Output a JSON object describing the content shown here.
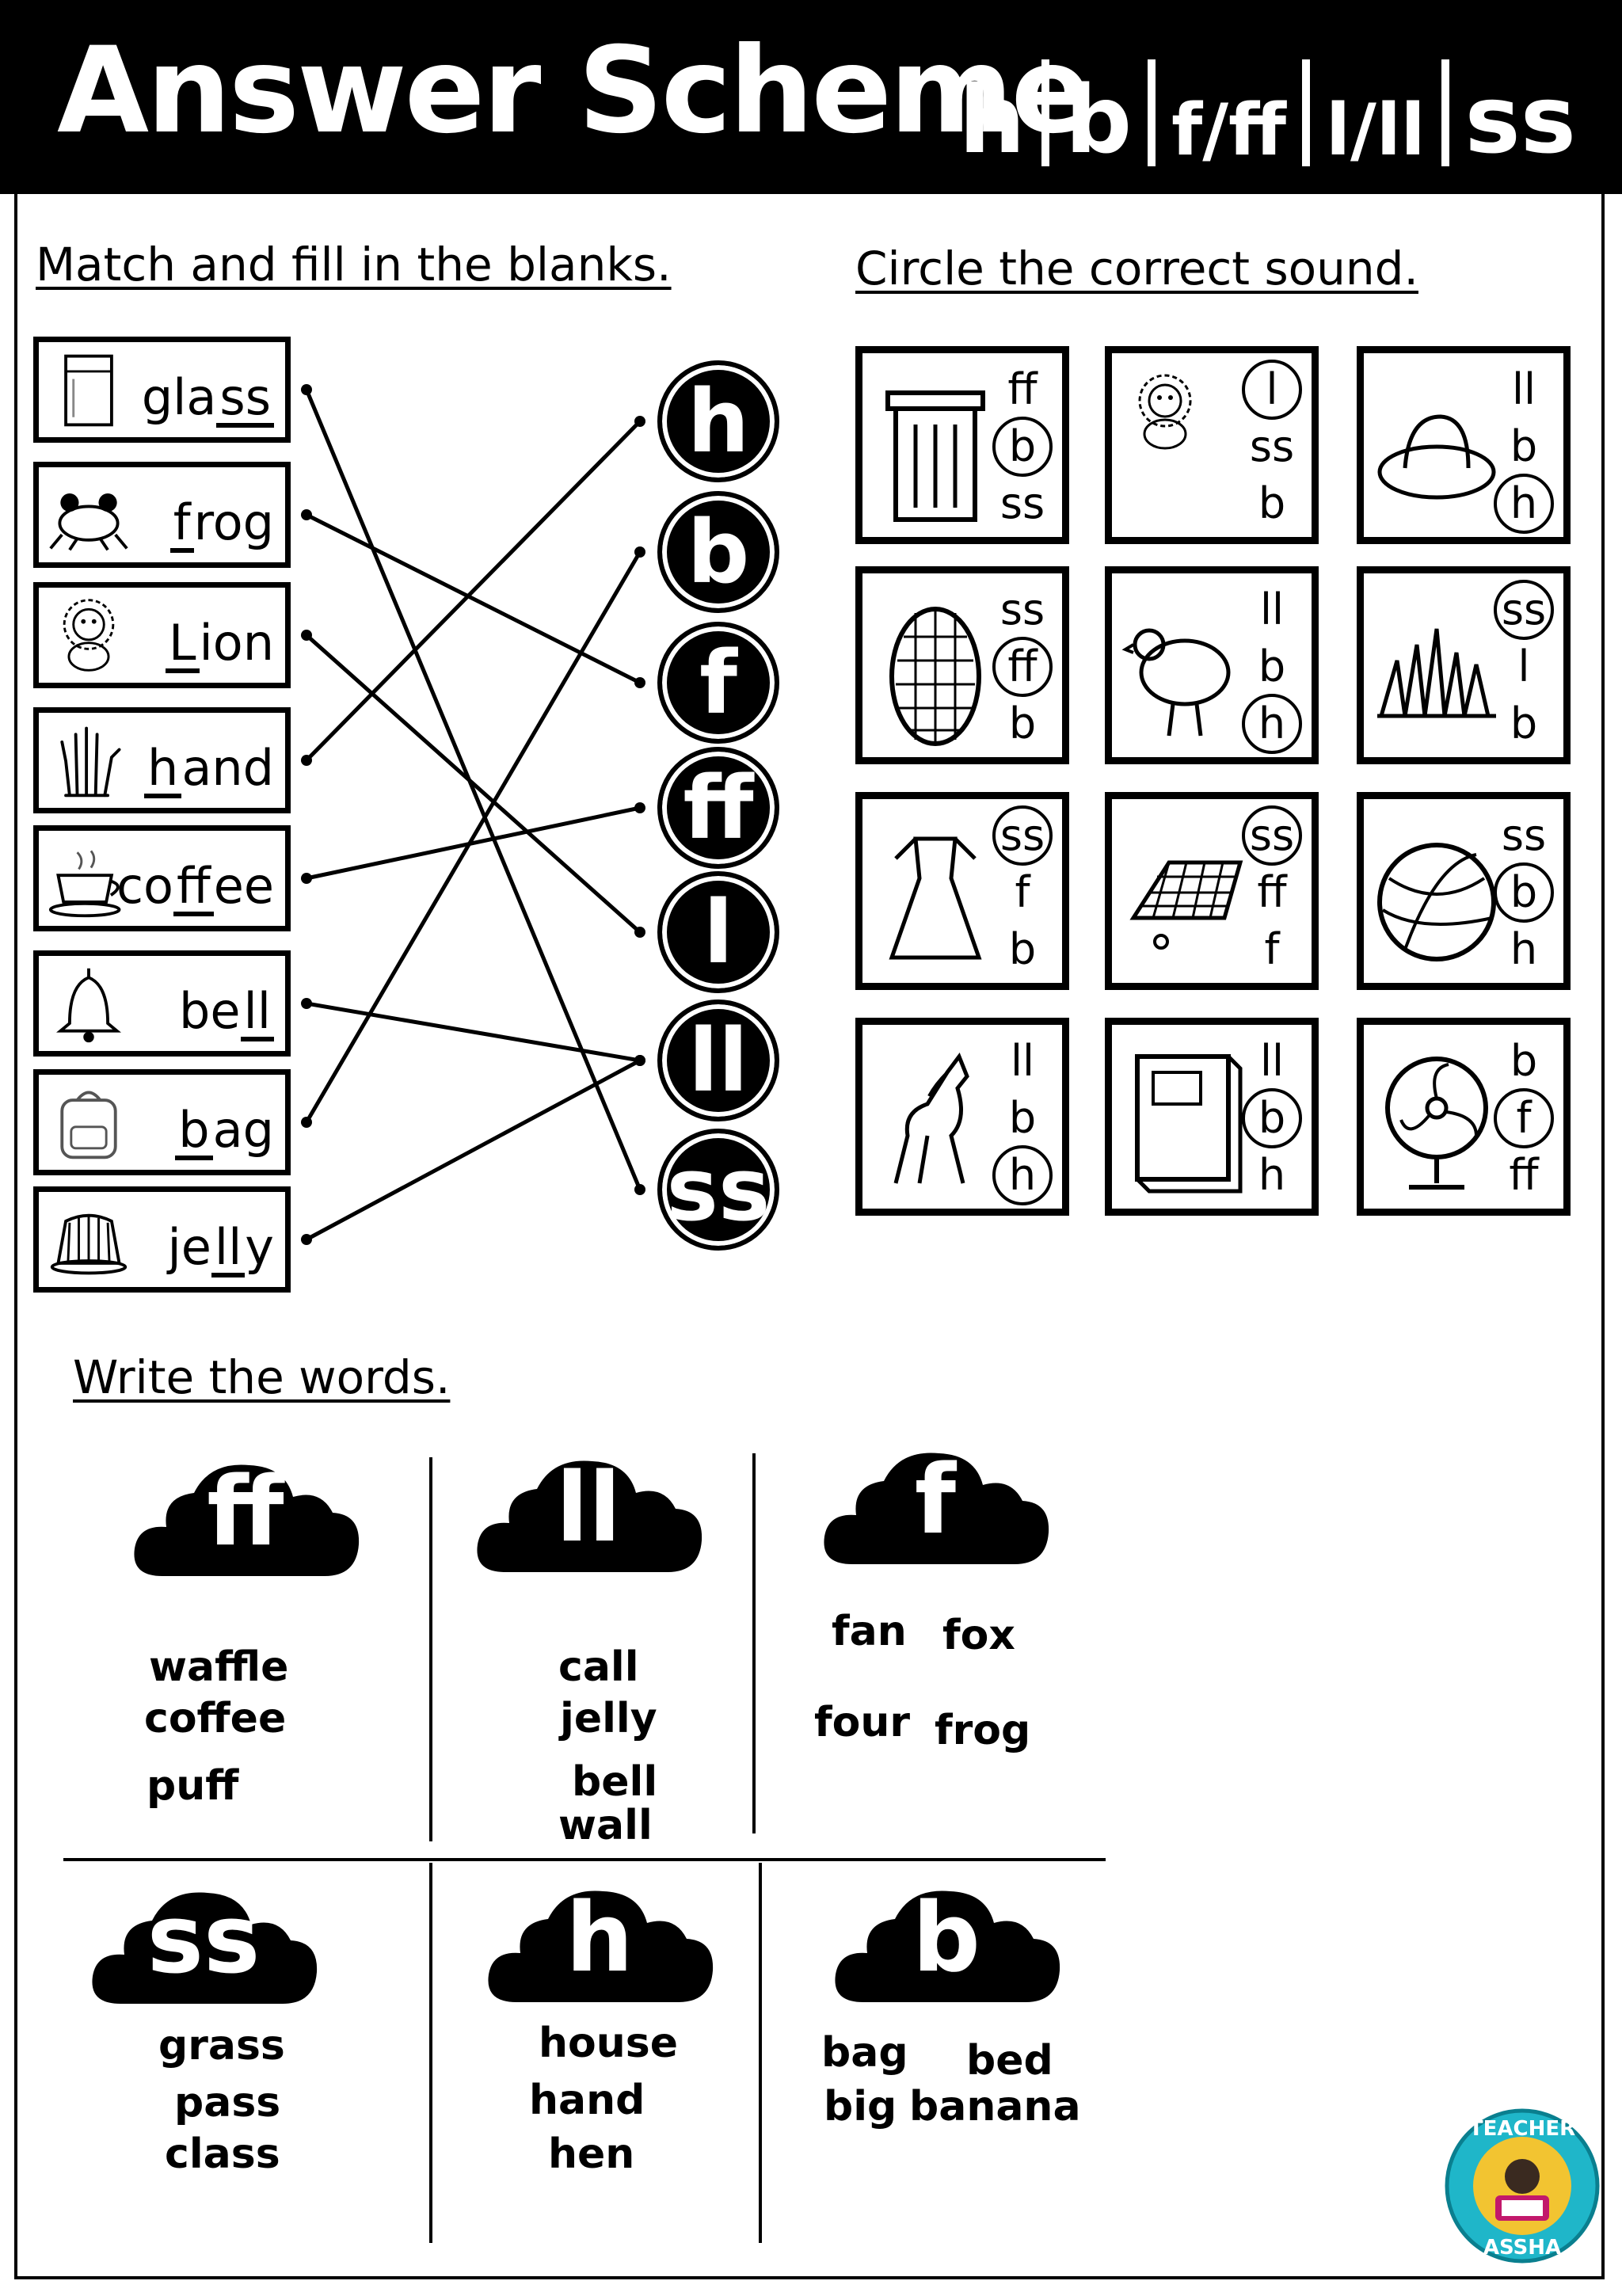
{
  "header": {
    "title": "Answer Scheme",
    "sounds": [
      "h",
      "b",
      "f/ff",
      "l/ll",
      "ss"
    ]
  },
  "match": {
    "title": "Match and fill in the blanks.",
    "words": [
      {
        "pic": "glass-icon",
        "pre": "gla",
        "blank": "ss",
        "post": ""
      },
      {
        "pic": "frog-icon",
        "pre": "",
        "blank": "f",
        "post": "rog"
      },
      {
        "pic": "lion-icon",
        "pre": "",
        "blank": "L",
        "post": "ion"
      },
      {
        "pic": "hand-icon",
        "pre": "",
        "blank": "h",
        "post": "and"
      },
      {
        "pic": "coffee-icon",
        "pre": "co",
        "blank": "ff",
        "post": "ee"
      },
      {
        "pic": "bell-icon",
        "pre": "be",
        "blank": "ll",
        "post": ""
      },
      {
        "pic": "bag-icon",
        "pre": "",
        "blank": "b",
        "post": "ag"
      },
      {
        "pic": "jelly-icon",
        "pre": "je",
        "blank": "ll",
        "post": "y"
      }
    ],
    "sounds": [
      "h",
      "b",
      "f",
      "ff",
      "l",
      "ll",
      "ss"
    ]
  },
  "circle": {
    "title": "Circle the correct sound.",
    "cards": [
      {
        "pic": "trash-can-icon",
        "options": [
          "ff",
          "b",
          "ss"
        ],
        "answer": 1
      },
      {
        "pic": "lion-icon",
        "options": [
          "l",
          "ss",
          "b"
        ],
        "answer": 0
      },
      {
        "pic": "hat-icon",
        "options": [
          "ll",
          "b",
          "h"
        ],
        "answer": 2
      },
      {
        "pic": "waffle-icon",
        "options": [
          "ss",
          "ff",
          "b"
        ],
        "answer": 1
      },
      {
        "pic": "hen-icon",
        "options": [
          "ll",
          "b",
          "h"
        ],
        "answer": 2
      },
      {
        "pic": "grass-icon",
        "options": [
          "ss",
          "l",
          "b"
        ],
        "answer": 0
      },
      {
        "pic": "dress-icon",
        "options": [
          "ss",
          "f",
          "b"
        ],
        "answer": 0
      },
      {
        "pic": "chess-board-icon",
        "options": [
          "ss",
          "ff",
          "f"
        ],
        "answer": 0
      },
      {
        "pic": "ball-icon",
        "options": [
          "ss",
          "b",
          "h"
        ],
        "answer": 1
      },
      {
        "pic": "horse-icon",
        "options": [
          "ll",
          "b",
          "h"
        ],
        "answer": 2
      },
      {
        "pic": "book-icon",
        "options": [
          "ll",
          "b",
          "h"
        ],
        "answer": 1
      },
      {
        "pic": "fan-icon",
        "options": [
          "b",
          "f",
          "ff"
        ],
        "answer": 1
      }
    ]
  },
  "write": {
    "title": "Write the words.",
    "groups": [
      {
        "sound": "ff",
        "words": [
          "waffle",
          "coffee",
          "puff"
        ]
      },
      {
        "sound": "ll",
        "words": [
          "call",
          "jelly",
          "bell",
          "wall"
        ]
      },
      {
        "sound": "f",
        "words": [
          "fan",
          "fox",
          "four",
          "frog"
        ]
      },
      {
        "sound": "ss",
        "words": [
          "grass",
          "pass",
          "class"
        ]
      },
      {
        "sound": "h",
        "words": [
          "house",
          "hand",
          "hen"
        ]
      },
      {
        "sound": "b",
        "words": [
          "bag",
          "bed",
          "big",
          "banana"
        ]
      }
    ]
  },
  "logo": {
    "text": "TEACHER ASSHA",
    "colors": {
      "ring": "#1fb6c9",
      "inner": "#f2c431"
    }
  }
}
